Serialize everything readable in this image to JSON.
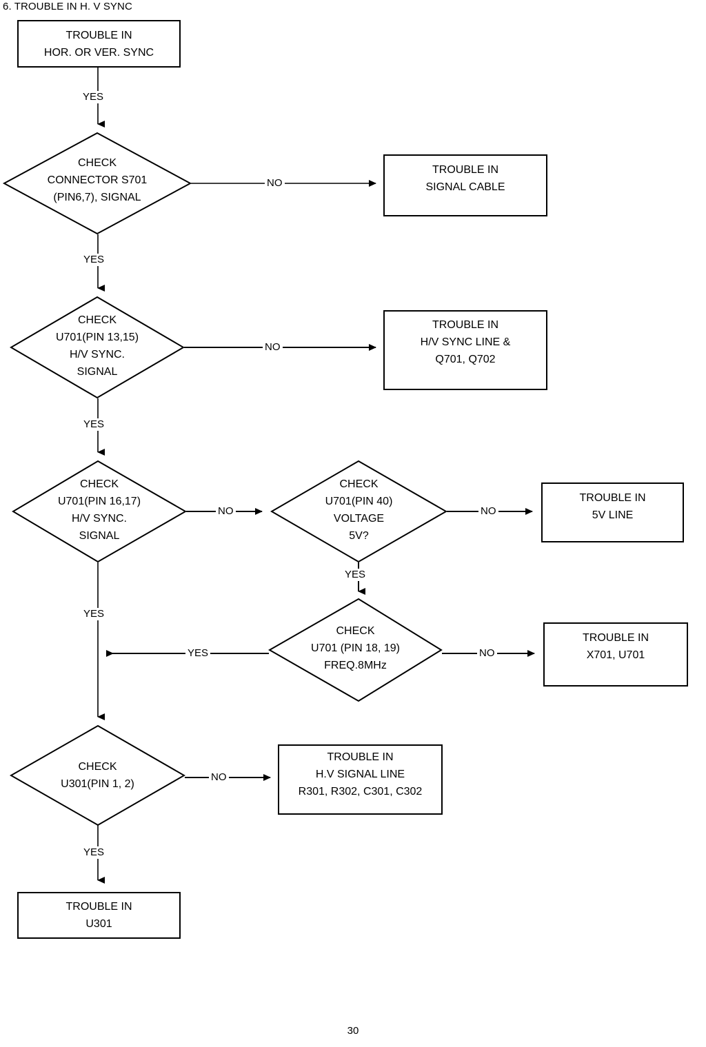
{
  "document": {
    "section_title": "6. TROUBLE IN H. V SYNC",
    "page_number": "30"
  },
  "flowchart": {
    "type": "troubleshooting-flowchart",
    "nodes": {
      "start": {
        "shape": "rect",
        "lines": [
          "TROUBLE IN",
          "HOR. OR VER. SYNC"
        ],
        "line1": "TROUBLE IN",
        "line2": "HOR. OR VER. SYNC"
      },
      "check_connector": {
        "shape": "diamond",
        "line1": "CHECK",
        "line2": "CONNECTOR S701",
        "line3": "(PIN6,7), SIGNAL"
      },
      "trouble_signal_cable": {
        "shape": "rect",
        "line1": "TROUBLE IN",
        "line2": "SIGNAL CABLE"
      },
      "check_u701_13_15": {
        "shape": "diamond",
        "line1": "CHECK",
        "line2": "U701(PIN 13,15)",
        "line3": "H/V SYNC.",
        "line4": "SIGNAL"
      },
      "trouble_hv_sync_line": {
        "shape": "rect",
        "line1": "TROUBLE IN",
        "line2": "H/V SYNC LINE &",
        "line3": "Q701, Q702"
      },
      "check_u701_16_17": {
        "shape": "diamond",
        "line1": "CHECK",
        "line2": "U701(PIN 16,17)",
        "line3": "H/V SYNC.",
        "line4": "SIGNAL"
      },
      "check_u701_40": {
        "shape": "diamond",
        "line1": "CHECK",
        "line2": "U701(PIN 40)",
        "line3": "VOLTAGE",
        "line4": "5V?"
      },
      "trouble_5v_line": {
        "shape": "rect",
        "line1": "TROUBLE IN",
        "line2": "5V LINE"
      },
      "check_u701_18_19": {
        "shape": "diamond",
        "line1": "CHECK",
        "line2": "U701 (PIN 18, 19)",
        "line3": "FREQ.8MHz"
      },
      "trouble_x701_u701": {
        "shape": "rect",
        "line1": "TROUBLE IN",
        "line2": "X701, U701"
      },
      "check_u301_1_2": {
        "shape": "diamond",
        "line1": "CHECK",
        "line2": "U301(PIN 1, 2)"
      },
      "trouble_hv_signal_line": {
        "shape": "rect",
        "line1": "TROUBLE IN",
        "line2": "H.V SIGNAL LINE",
        "line3": "R301, R302, C301, C302"
      },
      "trouble_u301": {
        "shape": "rect",
        "line1": "TROUBLE IN",
        "line2": "U301"
      }
    },
    "edge_labels": {
      "yes_start_to_connector": "YES",
      "no_connector_to_cable": "NO",
      "yes_connector_to_u701_13": "YES",
      "no_u701_13_to_hv_line": "NO",
      "yes_u701_13_to_u701_16": "YES",
      "no_u701_16_to_u701_40": "NO",
      "no_u701_40_to_5v": "NO",
      "yes_u701_40_to_freq": "YES",
      "no_freq_to_x701": "NO",
      "yes_freq_to_main": "YES",
      "yes_u701_16_to_u301": "YES",
      "no_u301_to_hv_signal": "NO",
      "yes_u301_to_trouble_u301": "YES"
    },
    "colors": {
      "stroke": "#000000",
      "fill": "#ffffff",
      "text": "#000000"
    }
  }
}
